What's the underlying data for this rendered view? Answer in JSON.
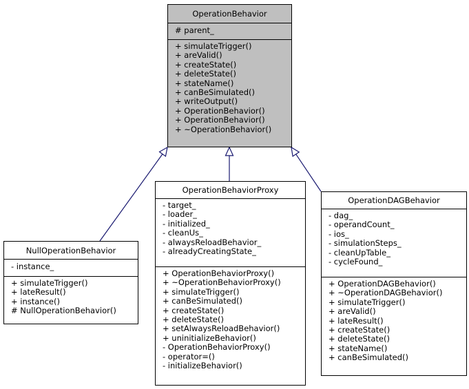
{
  "edge_color": "#191970",
  "base_fill": "#bfbfbf",
  "classes": [
    {
      "id": "base",
      "name": "OperationBehavior",
      "attributes": [
        "# parent_"
      ],
      "methods": [
        "+ simulateTrigger()",
        "+ areValid()",
        "+ createState()",
        "+ deleteState()",
        "+ stateName()",
        "+ canBeSimulated()",
        "+ writeOutput()",
        "+ OperationBehavior()",
        "+ OperationBehavior()",
        "+ ~OperationBehavior()"
      ]
    },
    {
      "id": "null",
      "name": "NullOperationBehavior",
      "attributes": [
        "- instance_"
      ],
      "methods": [
        "+ simulateTrigger()",
        "+ lateResult()",
        "+ instance()",
        "# NullOperationBehavior()"
      ]
    },
    {
      "id": "proxy",
      "name": "OperationBehaviorProxy",
      "attributes": [
        "- target_",
        "- loader_",
        "- initialized_",
        "- cleanUs_",
        "- alwaysReloadBehavior_",
        "- alreadyCreatingState_"
      ],
      "methods": [
        "+ OperationBehaviorProxy()",
        "+ ~OperationBehaviorProxy()",
        "+ simulateTrigger()",
        "+ canBeSimulated()",
        "+ createState()",
        "+ deleteState()",
        "+ setAlwaysReloadBehavior()",
        "+ uninitializeBehavior()",
        "- OperationBehaviorProxy()",
        "- operator=()",
        "- initializeBehavior()"
      ]
    },
    {
      "id": "dag",
      "name": "OperationDAGBehavior",
      "attributes": [
        "- dag_",
        "- operandCount_",
        "- ios_",
        "- simulationSteps_",
        "- cleanUpTable_",
        "- cycleFound_"
      ],
      "methods": [
        "+ OperationDAGBehavior()",
        "+ ~OperationDAGBehavior()",
        "+ simulateTrigger()",
        "+ areValid()",
        "+ lateResult()",
        "+ createState()",
        "+ deleteState()",
        "+ stateName()",
        "+ canBeSimulated()"
      ]
    }
  ],
  "inheritance": [
    {
      "from": "null",
      "to": "base"
    },
    {
      "from": "proxy",
      "to": "base"
    },
    {
      "from": "dag",
      "to": "base"
    }
  ]
}
